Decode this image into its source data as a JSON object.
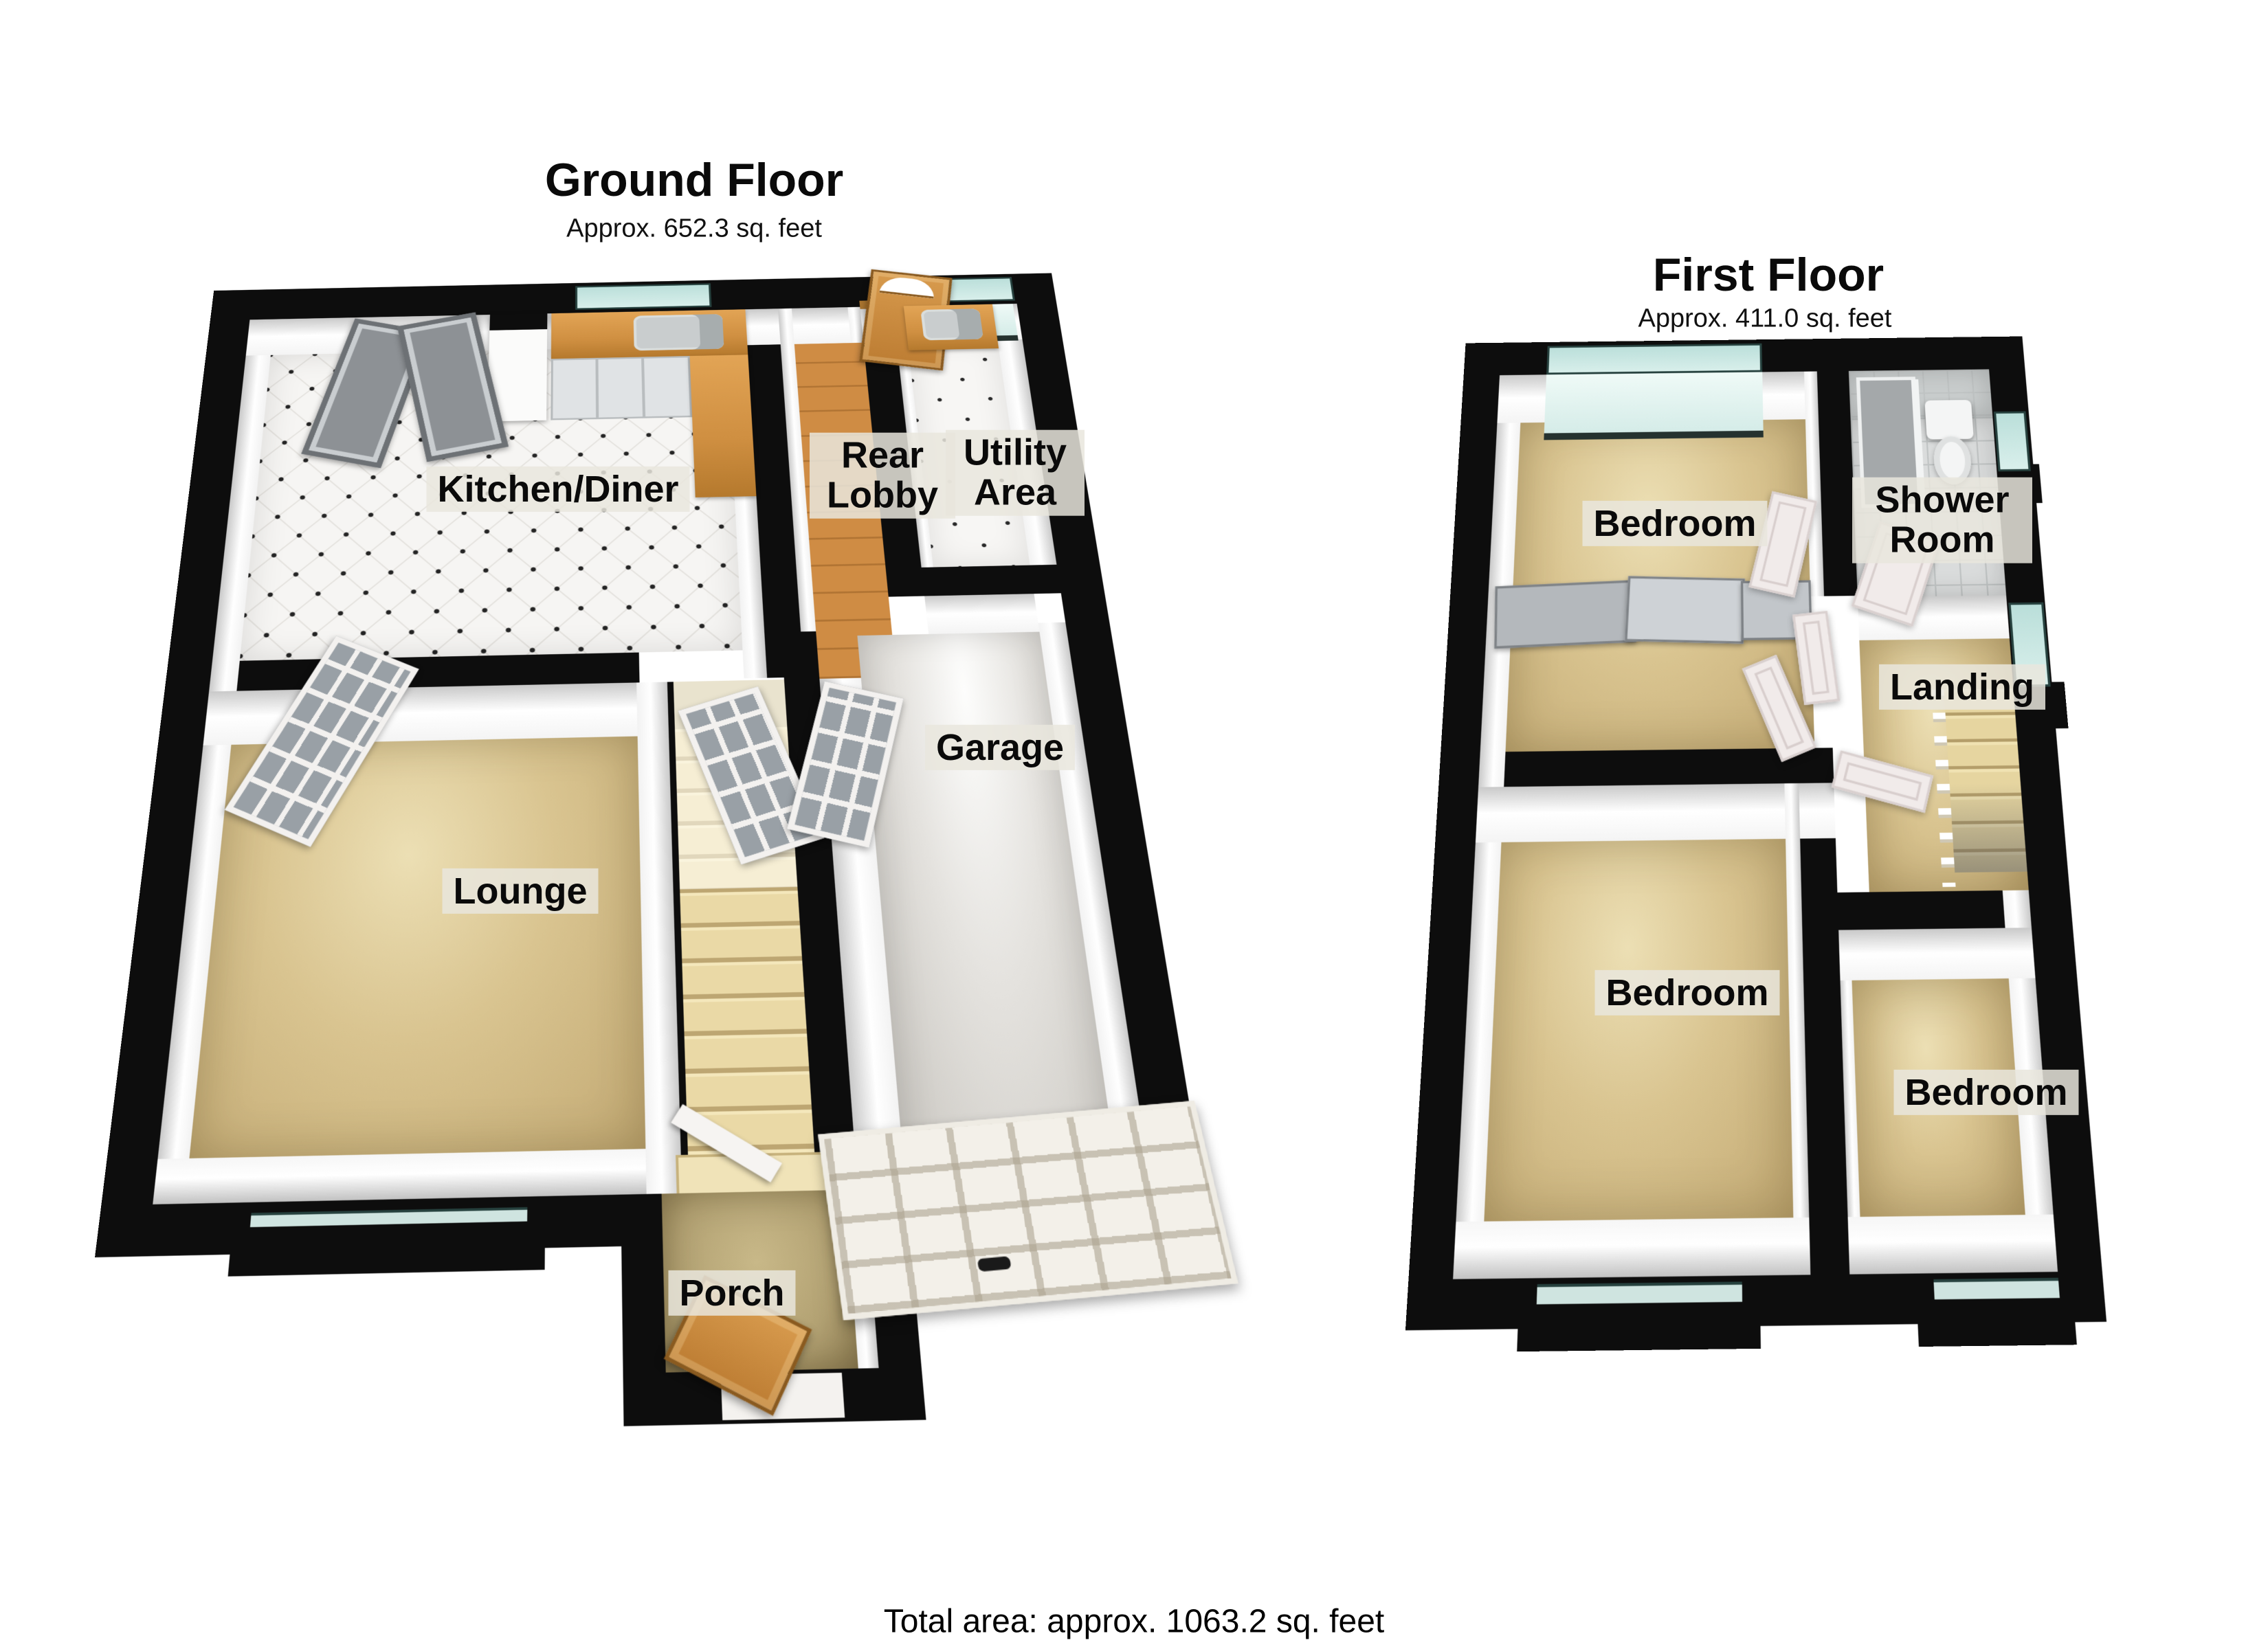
{
  "ground_floor": {
    "title": "Ground Floor",
    "subtitle": "Approx. 652.3 sq. feet",
    "rooms": {
      "kitchen_diner": "Kitchen/Diner",
      "rear_lobby": "Rear Lobby",
      "utility_area": "Utility Area",
      "lounge": "Lounge",
      "garage": "Garage",
      "porch": "Porch"
    }
  },
  "first_floor": {
    "title": "First Floor",
    "subtitle": "Approx. 411.0 sq. feet",
    "rooms": {
      "bedroom_front": "Bedroom",
      "shower_room": "Shower Room",
      "landing": "Landing",
      "bedroom_main": "Bedroom",
      "bedroom_rear": "Bedroom"
    }
  },
  "footer": {
    "total_area": "Total area: approx. 1063.2 sq. feet"
  },
  "colors": {
    "wall": "#0d0d0d",
    "carpet": "#d9c490",
    "window_glass": "#d8efeb",
    "wood": "#c8873f",
    "garage_floor": "#d9d7d3",
    "label_background": "#e9e6de"
  }
}
